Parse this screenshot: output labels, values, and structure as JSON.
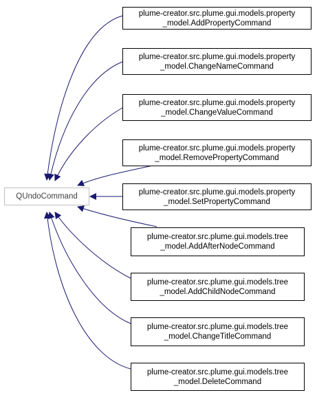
{
  "base": {
    "label": "QUndoCommand"
  },
  "derived": [
    {
      "line1": "plume-creator.src.plume.gui.models.property",
      "line2": "_model.AddPropertyCommand"
    },
    {
      "line1": "plume-creator.src.plume.gui.models.property",
      "line2": "_model.ChangeNameCommand"
    },
    {
      "line1": "plume-creator.src.plume.gui.models.property",
      "line2": "_model.ChangeValueCommand"
    },
    {
      "line1": "plume-creator.src.plume.gui.models.property",
      "line2": "_model.RemovePropertyCommand"
    },
    {
      "line1": "plume-creator.src.plume.gui.models.property",
      "line2": "_model.SetPropertyCommand"
    },
    {
      "line1": "plume-creator.src.plume.gui.models.tree",
      "line2": "_model.AddAfterNodeCommand"
    },
    {
      "line1": "plume-creator.src.plume.gui.models.tree",
      "line2": "_model.AddChildNodeCommand"
    },
    {
      "line1": "plume-creator.src.plume.gui.models.tree",
      "line2": "_model.ChangeTitleCommand"
    },
    {
      "line1": "plume-creator.src.plume.gui.models.tree",
      "line2": "_model.DeleteCommand"
    }
  ],
  "colors": {
    "edge": "#191970",
    "box_border": "#000000",
    "base_border": "#bfbfbf",
    "base_text": "#404040"
  }
}
